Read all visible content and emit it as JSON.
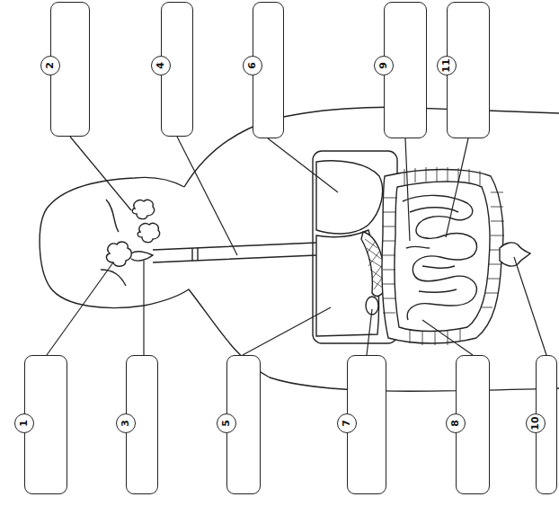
{
  "diagram": {
    "nodes": [
      {
        "text": [
          "1"
        ]
      },
      {
        "text": [
          "2"
        ]
      },
      {
        "text": [
          "3"
        ]
      },
      {
        "text": [
          "4"
        ]
      },
      {
        "text": [
          "5"
        ]
      },
      {
        "text": [
          "6"
        ]
      },
      {
        "text": [
          "7"
        ]
      },
      {
        "text": [
          "8"
        ]
      },
      {
        "text": [
          "9"
        ]
      },
      {
        "text": [
          "10"
        ]
      },
      {
        "text": [
          "11"
        ]
      }
    ]
  }
}
